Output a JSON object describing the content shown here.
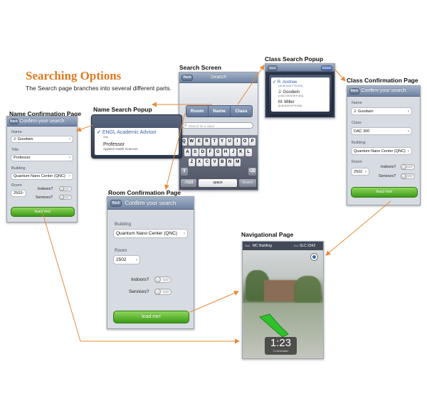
{
  "title": "Searching Options",
  "subtitle": "The Search page branches into several different parts.",
  "captions": {
    "search_screen": "Search Screen",
    "class_popup": "Class Search Popup",
    "class_confirm": "Class Confirmation Page",
    "name_confirm": "Name Confirmation Page",
    "name_popup": "Name Search Popup",
    "room_confirm": "Room Confirmation Page",
    "navigational": "Navigational Page"
  },
  "search_screen": {
    "nav_title": "Search",
    "back": "Back",
    "segments": [
      "Room",
      "Name",
      "Class"
    ],
    "search_placeholder": "Search for a class",
    "keyboard_rows": [
      [
        "Q",
        "W",
        "E",
        "R",
        "T",
        "Y",
        "U",
        "I",
        "O",
        "P"
      ],
      [
        "A",
        "S",
        "D",
        "F",
        "G",
        "H",
        "J",
        "K",
        "L"
      ],
      [
        "Z",
        "X",
        "C",
        "V",
        "B",
        "N",
        "M"
      ]
    ],
    "key_numbers": ".?123",
    "key_space": "space",
    "key_search": "Search"
  },
  "class_popup": {
    "back": "Back",
    "search": "Search",
    "items": [
      {
        "name": "R. Andrew",
        "detail": "(10:30-3:30 T TH 001)",
        "checked": true
      },
      {
        "name": "J. Goodwin",
        "detail": "(1:00-2:00 M W F 001)",
        "checked": false
      },
      {
        "name": "M. Miller",
        "detail": "(6:30-8:00 M TH 004)",
        "checked": false
      }
    ]
  },
  "name_popup": {
    "items": [
      {
        "title": "ENGL Academic Advisor",
        "detail": "Arts",
        "checked": true
      },
      {
        "title": "Professor",
        "detail": "Applied Health Sciences",
        "checked": false
      }
    ]
  },
  "class_confirm": {
    "nav_title": "Confirm your search",
    "back": "Back",
    "name_label": "Name",
    "name_value": "J. Goodwin",
    "class_label": "Class",
    "class_value": "DAC 300",
    "building_label": "Building",
    "building_value": "Quantum Nano Center (QNC)",
    "room_label": "Room",
    "room_value": "2502",
    "indoors_label": "Indoors?",
    "services_label": "Services?",
    "off": "OFF",
    "lead_me": "lead me!"
  },
  "name_confirm": {
    "nav_title": "Confirm your search",
    "back": "Back",
    "name_label": "Name",
    "name_value": "J. Goodwin",
    "title_label": "Title",
    "title_value": "Professor",
    "building_label": "Building",
    "building_value": "Quantum Nano Center (QNC)",
    "room_label": "Room",
    "room_value": "2502",
    "indoors_label": "Indoors?",
    "services_label": "Services?",
    "off": "OFF",
    "lead_me": "lead me!"
  },
  "room_confirm": {
    "nav_title": "Confirm your search",
    "back": "Back",
    "building_label": "Building",
    "building_value": "Quantum Nano Center (QNC)",
    "room_label": "Room",
    "room_value": "2502",
    "indoors_label": "Indoors?",
    "services_label": "Services?",
    "off": "OFF",
    "lead_me": "lead me!"
  },
  "navigational": {
    "start_prefix": "Start",
    "start_value": "MC Building",
    "end_prefix": "End",
    "end_value": "SLC 2342",
    "timer": "1:23",
    "timer_sub": "To destination"
  },
  "colors": {
    "accent": "#e07a22",
    "nav_blue": "#6e83a2",
    "go_green": "#3d9a1a",
    "arrow": "#e8893a"
  }
}
